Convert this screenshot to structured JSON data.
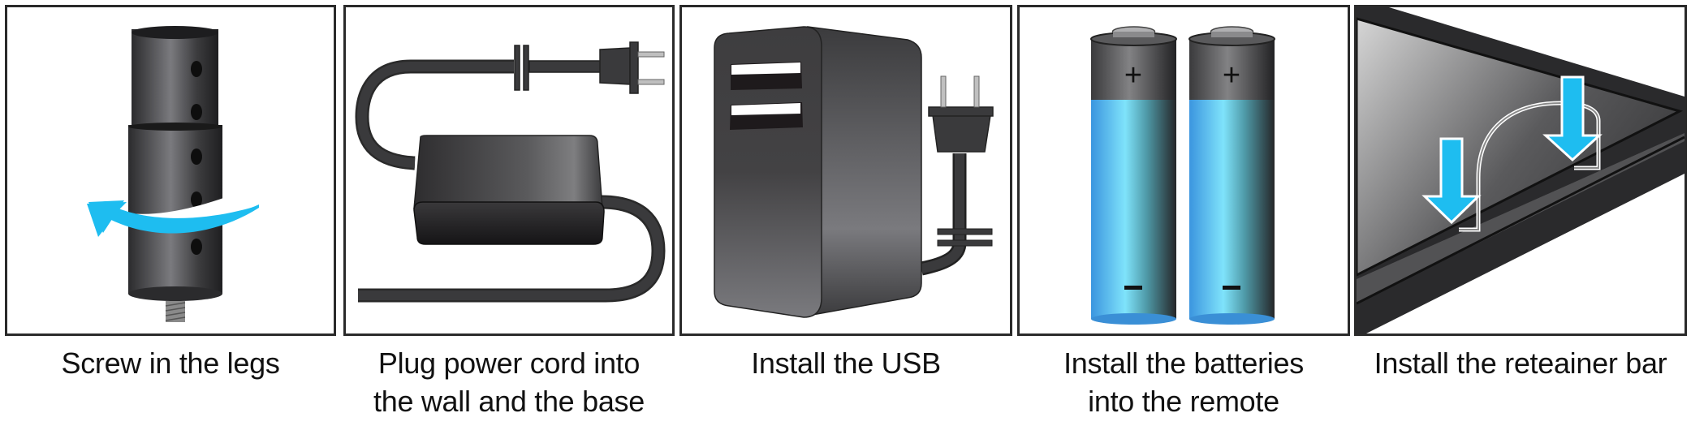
{
  "steps": [
    {
      "id": "legs",
      "caption_lines": [
        "Screw in the legs"
      ],
      "illustration": "leg-cylinder-with-rotate-arrow"
    },
    {
      "id": "power",
      "caption_lines": [
        "Plug power cord into",
        "the wall and the base"
      ],
      "illustration": "power-adapter-with-cord-and-plug"
    },
    {
      "id": "usb",
      "caption_lines": [
        "Install the USB"
      ],
      "illustration": "usb-charger-with-plug"
    },
    {
      "id": "batteries",
      "caption_lines": [
        "Install the batteries",
        "into the remote"
      ],
      "illustration": "two-aa-batteries",
      "battery_symbols": {
        "positive": "+",
        "negative": "−"
      }
    },
    {
      "id": "retainer",
      "caption_lines": [
        "Install the reteainer bar"
      ],
      "illustration": "retainer-bar-on-table-edge"
    }
  ],
  "colors": {
    "accent_blue": "#1ebdf0",
    "dark_gray": "#3a3a3c",
    "border": "#2a2a2a",
    "battery_blue": "#4aa8e8"
  }
}
